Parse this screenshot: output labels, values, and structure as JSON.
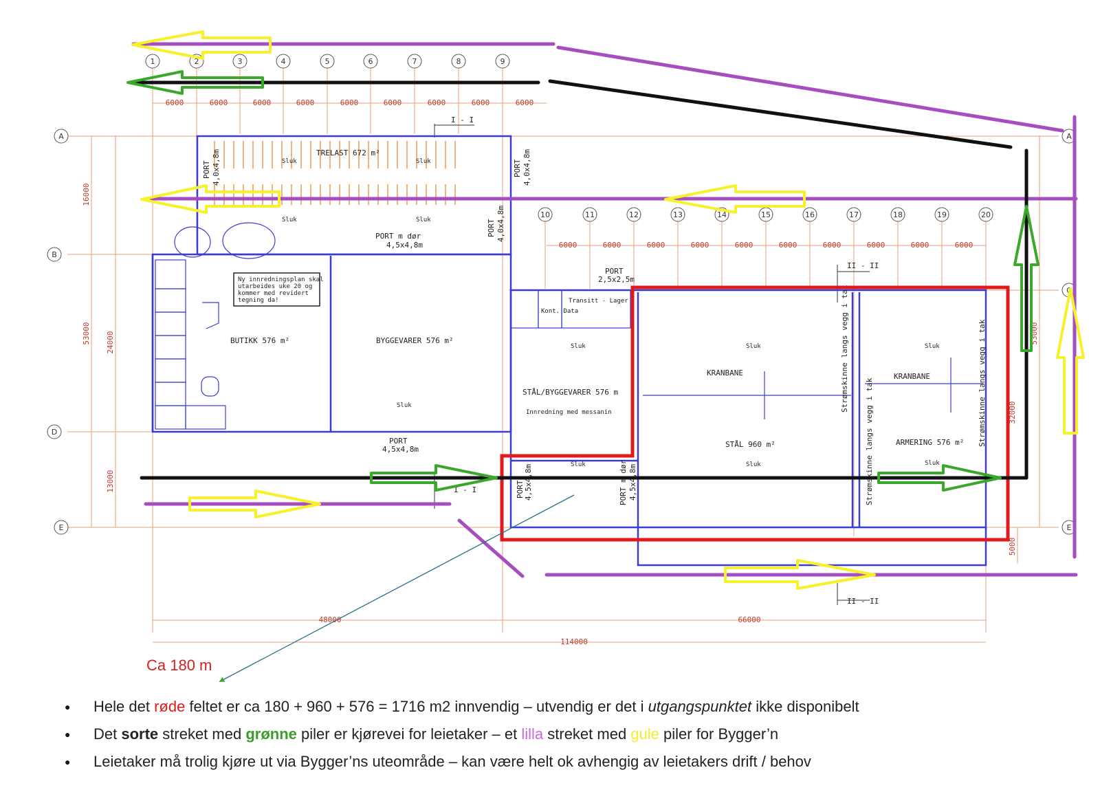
{
  "plan": {
    "columns_top": [
      "1",
      "2",
      "3",
      "4",
      "5",
      "6",
      "7",
      "8",
      "9"
    ],
    "columns_right": [
      "10",
      "11",
      "12",
      "13",
      "14",
      "15",
      "16",
      "17",
      "18",
      "19",
      "20"
    ],
    "rows": [
      "A",
      "B",
      "C",
      "D",
      "E"
    ],
    "dims_top": [
      "6000",
      "6000",
      "6000",
      "6000",
      "6000",
      "6000",
      "6000",
      "6000",
      "6000"
    ],
    "dims_right": [
      "6000",
      "6000",
      "6000",
      "6000",
      "6000",
      "6000",
      "6000",
      "6000",
      "6000",
      "6000"
    ],
    "dims_left": [
      "16000",
      "24000",
      "13000",
      "53000"
    ],
    "dim_bottom_left": "48000",
    "dim_bottom_right": "66000",
    "dim_total": "114000",
    "dim_right_side": "53000",
    "dim_right_side_lower": "5000",
    "dim_c_section": "32000",
    "section_marks": [
      "I - I",
      "II - II"
    ],
    "rooms": {
      "trelast": "TRELAST 672 m²",
      "butikk": "BUTIKK 576 m²",
      "byggevarer": "BYGGEVARER 576 m²",
      "stal_bygg": "STÅL/BYGGEVARER 576 m",
      "stal_bygg_sub": "Innredning med messanin",
      "kranbane1": "KRANBANE",
      "kranbane2": "KRANBANE",
      "stal": "STÅL 960 m²",
      "armering": "ARMERING 576 m²",
      "transitt": "Transitt - Lager",
      "kont": "Kont. Data"
    },
    "ports": {
      "port_a": "PORT",
      "port_a_size": "4,0x4,8m",
      "port_mid": "PORT m dør",
      "port_mid_size": "4,5x4,8m",
      "port_bottom": "PORT",
      "port_bottom_size": "4,5x4,8m",
      "port_top_right": "PORT",
      "port_top_right_size": "2,5x2,5m"
    },
    "rails": [
      "Strømskinne langs vegg i tak",
      "Strømskinne langs vegg i tak",
      "Strømskinne langs vegg i tak"
    ],
    "sluk": "Sluk",
    "info_box": [
      "Ny innredningsplan skal",
      "utarbeides uke 20 og",
      "kommer med revidert",
      "tegning da!"
    ],
    "colors": {
      "red": "#e01b1b",
      "black": "#111111",
      "green": "#3aa82b",
      "purple": "#a64dbf",
      "yellow": "#f6f12a",
      "plan_blue": "#3b3bd6",
      "grid_orange": "#e8a27a"
    }
  },
  "annotation": {
    "label": "Ca 180 m"
  },
  "notes": [
    {
      "p1": "Hele det ",
      "red": "røde",
      "p2": " feltet er ca 180 + 960 + 576 = 1716 m2 innvendig – utvendig er det i ",
      "ital": "utgangspunktet",
      "p3": " ikke disponibelt"
    },
    {
      "p1": "Det ",
      "bold": "sorte",
      "p2": " streket med ",
      "green": "grønne",
      "p3": " piler er kjørevei for leietaker – et ",
      "lilla": "lilla",
      "p4": " streket med ",
      "gule": "gule",
      "p5": " piler for Bygger’n"
    },
    {
      "text": "Leietaker må trolig kjøre ut via Bygger’ns uteområde – kan være helt ok avhengig av leietakers drift / behov"
    }
  ]
}
